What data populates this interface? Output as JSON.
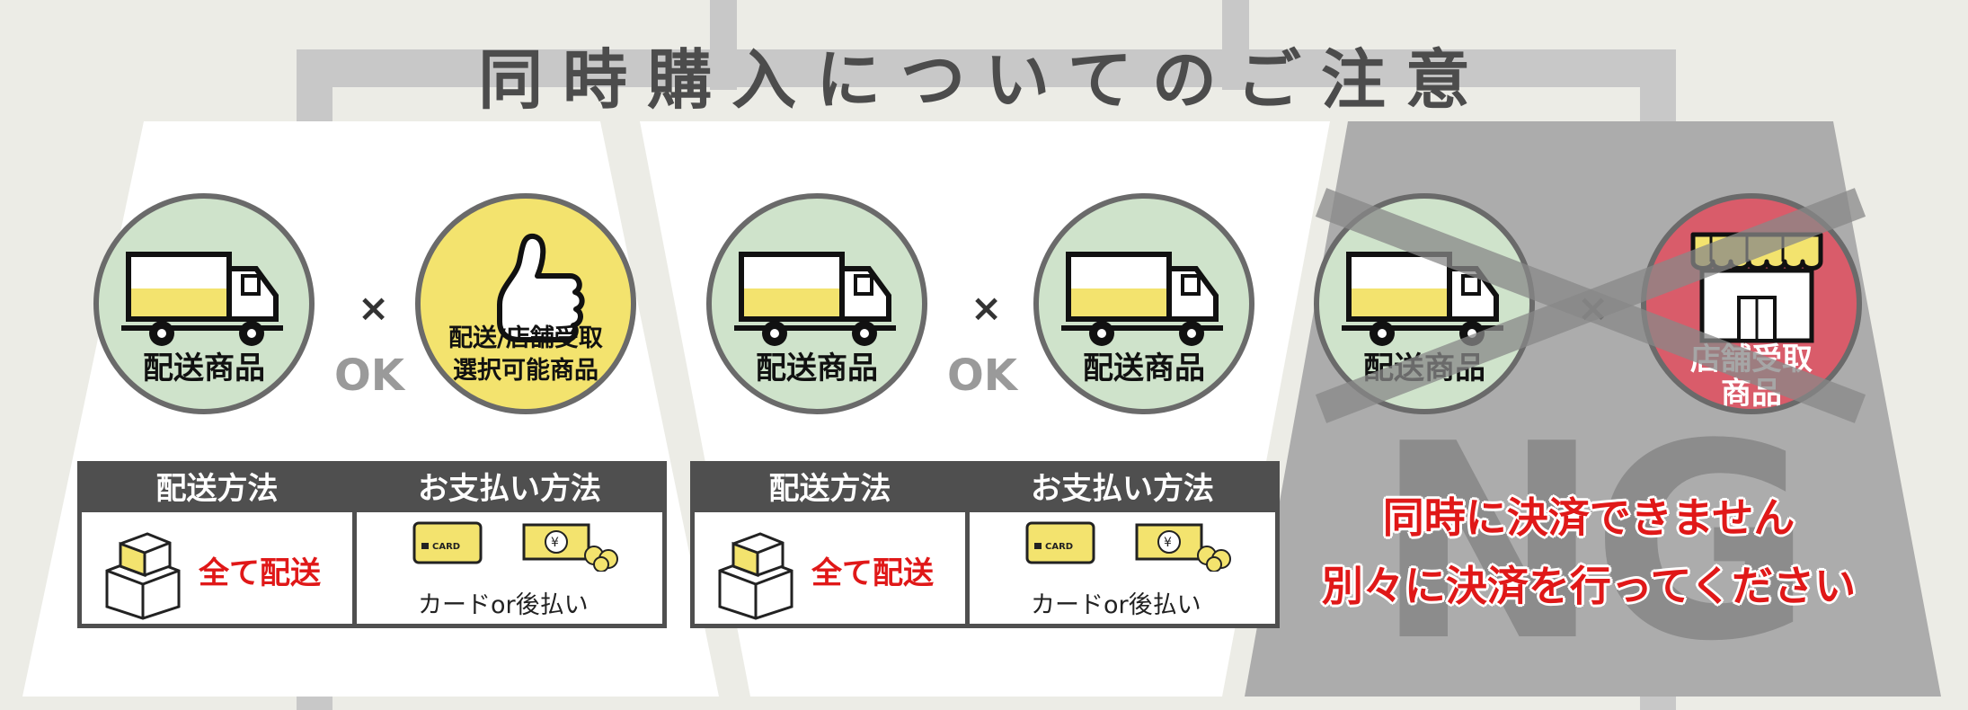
{
  "title": "同時購入についてのご注意",
  "panels": [
    {
      "left_label": "配送商品",
      "times": "×",
      "ok": "OK",
      "right_label_1": "配送/店舗受取",
      "right_label_2": "選択可能商品",
      "table": {
        "ship_header": "配送方法",
        "pay_header": "お支払い方法",
        "ship_value": "全て配送",
        "pay_value": "カードor後払い",
        "card_text": "CARD"
      }
    },
    {
      "left_label": "配送商品",
      "times": "×",
      "ok": "OK",
      "right_label_1": "配送商品",
      "table": {
        "ship_header": "配送方法",
        "pay_header": "お支払い方法",
        "ship_value": "全て配送",
        "pay_value": "カードor後払い",
        "card_text": "CARD"
      }
    },
    {
      "left_label": "配送商品",
      "times": "×",
      "right_label_1": "店舗受取",
      "right_label_2": "商品",
      "ng_text": "NG",
      "message_line1": "同時に決済できません",
      "message_line2": "別々に決済を行ってください"
    }
  ],
  "colors": {
    "green_circle": "#cfe3cb",
    "yellow_circle": "#f3e36e",
    "red_circle": "#d95c6a",
    "accent_red": "#e01818",
    "ng_panel": "#acacac",
    "background": "#ecece6"
  }
}
